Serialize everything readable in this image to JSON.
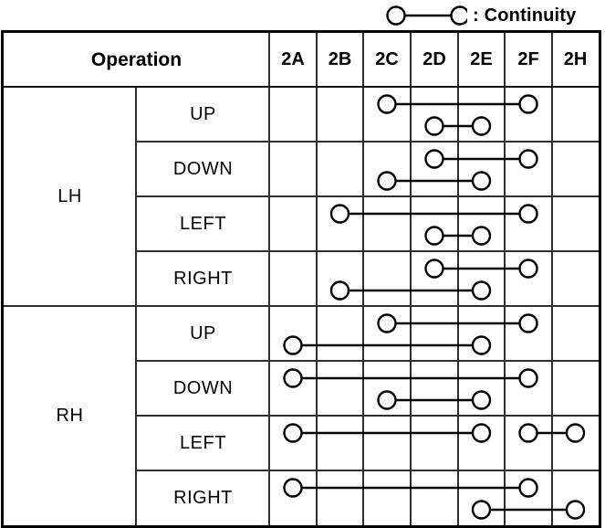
{
  "legend": {
    "symbol": "continuity-symbol",
    "label": ": Continuity"
  },
  "table": {
    "header": {
      "operation_label": "Operation",
      "terminals": [
        "2A",
        "2B",
        "2C",
        "2D",
        "2E",
        "2F",
        "2H"
      ]
    },
    "sections": [
      {
        "side": "LH",
        "rows": [
          {
            "operation": "UP",
            "connections": [
              {
                "from": "2C",
                "to": "2F",
                "level": "top"
              },
              {
                "from": "2D",
                "to": "2E",
                "level": "bottom"
              }
            ]
          },
          {
            "operation": "DOWN",
            "connections": [
              {
                "from": "2D",
                "to": "2F",
                "level": "top"
              },
              {
                "from": "2C",
                "to": "2E",
                "level": "bottom"
              }
            ]
          },
          {
            "operation": "LEFT",
            "connections": [
              {
                "from": "2B",
                "to": "2F",
                "level": "top"
              },
              {
                "from": "2D",
                "to": "2E",
                "level": "bottom"
              }
            ]
          },
          {
            "operation": "RIGHT",
            "connections": [
              {
                "from": "2D",
                "to": "2F",
                "level": "top"
              },
              {
                "from": "2B",
                "to": "2E",
                "level": "bottom"
              }
            ]
          }
        ]
      },
      {
        "side": "RH",
        "rows": [
          {
            "operation": "UP",
            "connections": [
              {
                "from": "2C",
                "to": "2F",
                "level": "top"
              },
              {
                "from": "2A",
                "to": "2E",
                "level": "bottom"
              }
            ]
          },
          {
            "operation": "DOWN",
            "connections": [
              {
                "from": "2A",
                "to": "2F",
                "level": "top"
              },
              {
                "from": "2C",
                "to": "2E",
                "level": "bottom"
              }
            ]
          },
          {
            "operation": "LEFT",
            "connections": [
              {
                "from": "2A",
                "to": "2E",
                "level": "top"
              },
              {
                "from": "2F",
                "to": "2H",
                "level": "top"
              }
            ]
          },
          {
            "operation": "RIGHT",
            "connections": [
              {
                "from": "2A",
                "to": "2F",
                "level": "top"
              },
              {
                "from": "2E",
                "to": "2H",
                "level": "bottom"
              }
            ]
          }
        ]
      }
    ]
  },
  "colors": {
    "ink": "#000000",
    "grid_line": "#2e2e2e",
    "background": "#ffffff"
  }
}
